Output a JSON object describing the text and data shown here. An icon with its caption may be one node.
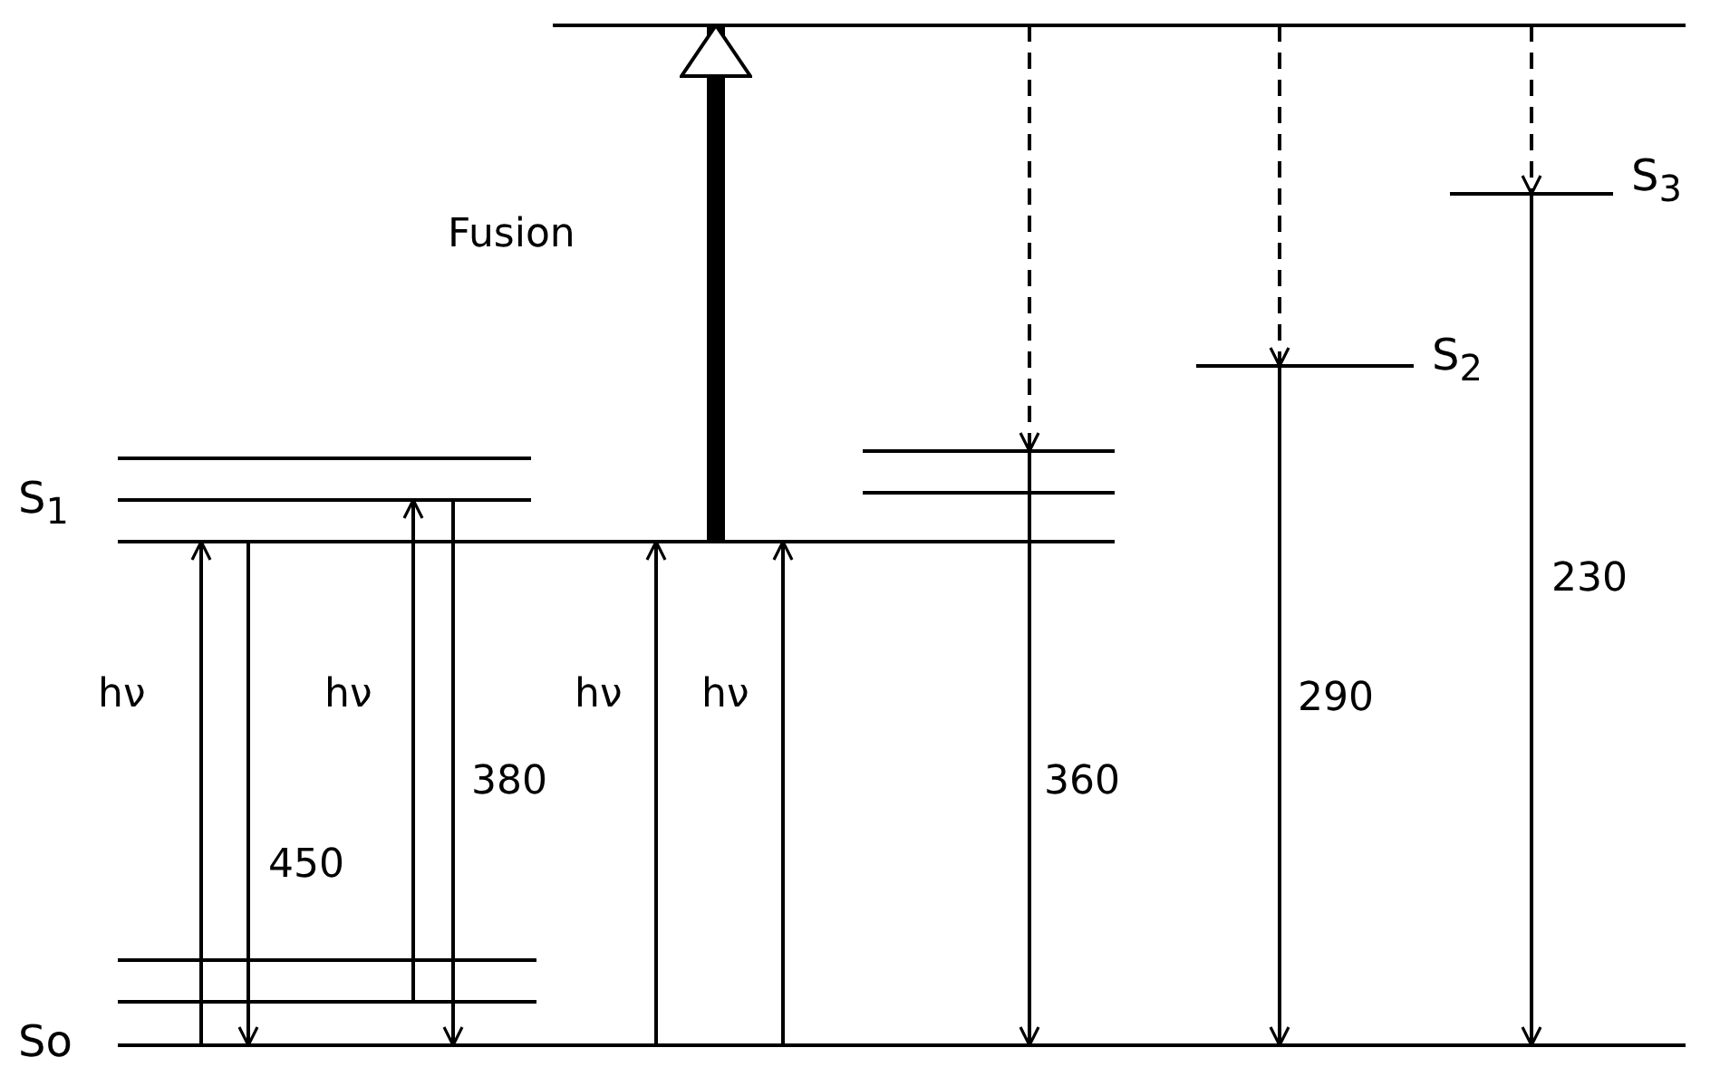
{
  "diagram": {
    "nodes": [
      {
        "text": [],
        "shape": "bar"
      },
      {
        "text": [
          "S$_{3}$"
        ]
      },
      {
        "text": [
          "S$_{2}$"
        ]
      },
      {
        "text": [],
        "shape": "bar"
      },
      {
        "text": [],
        "shape": "bar"
      },
      {
        "text": [],
        "shape": "bar"
      },
      {
        "text": [],
        "shape": "bar"
      },
      {
        "text": [
          "S$_{1}$"
        ]
      },
      {
        "text": [],
        "shape": "bar"
      },
      {
        "text": [],
        "shape": "bar"
      },
      {
        "text": [
          "So"
        ]
      }
    ],
    "edges": [
      {
        "from": 10,
        "to": 7,
        "arrow": "to",
        "label": "hν"
      },
      {
        "from": 7,
        "to": 10,
        "arrow": "to",
        "label": "450"
      },
      {
        "from": 9,
        "to": 6,
        "arrow": "to",
        "label": "hν"
      },
      {
        "from": 6,
        "to": 10,
        "arrow": "to",
        "label": "380"
      },
      {
        "from": 10,
        "to": 7,
        "arrow": "to",
        "label": "hν"
      },
      {
        "from": 10,
        "to": 7,
        "arrow": "to",
        "label": "hν"
      },
      {
        "from": 7,
        "to": 0,
        "arrow": "to",
        "label": "Fusion",
        "style": "thick"
      },
      {
        "from": 0,
        "to": 3,
        "arrow": "to",
        "style": "dashed"
      },
      {
        "from": 0,
        "to": 2,
        "arrow": "to",
        "style": "dashed"
      },
      {
        "from": 0,
        "to": 1,
        "arrow": "to",
        "style": "dashed"
      },
      {
        "from": 3,
        "to": 10,
        "arrow": "to",
        "label": "360"
      },
      {
        "from": 2,
        "to": 10,
        "arrow": "to",
        "label": "290"
      },
      {
        "from": 1,
        "to": 10,
        "arrow": "to",
        "label": "230"
      }
    ]
  }
}
